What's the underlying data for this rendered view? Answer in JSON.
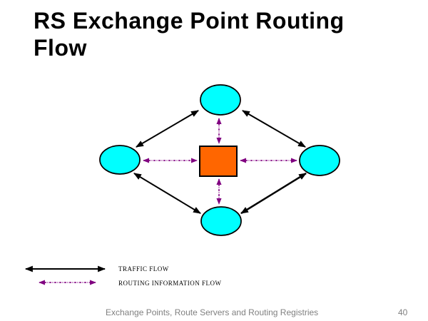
{
  "title": {
    "line1": "RS Exchange Point Routing",
    "line2": "Flow"
  },
  "legend": {
    "items": [
      {
        "label": "TRAFFIC FLOW",
        "line_style": "solid",
        "color": "#000000"
      },
      {
        "label": "ROUTING INFORMATION FLOW",
        "line_style": "dash-dot",
        "color": "#800080"
      }
    ]
  },
  "footer": {
    "text": "Exchange Points, Route Servers and Routing Registries",
    "page_number": "40"
  },
  "colors": {
    "node_fill": "#00FFFF",
    "router_fill": "#FF6600",
    "traffic_flow": "#000000",
    "routing_flow": "#800080",
    "footer_text": "#808080"
  }
}
